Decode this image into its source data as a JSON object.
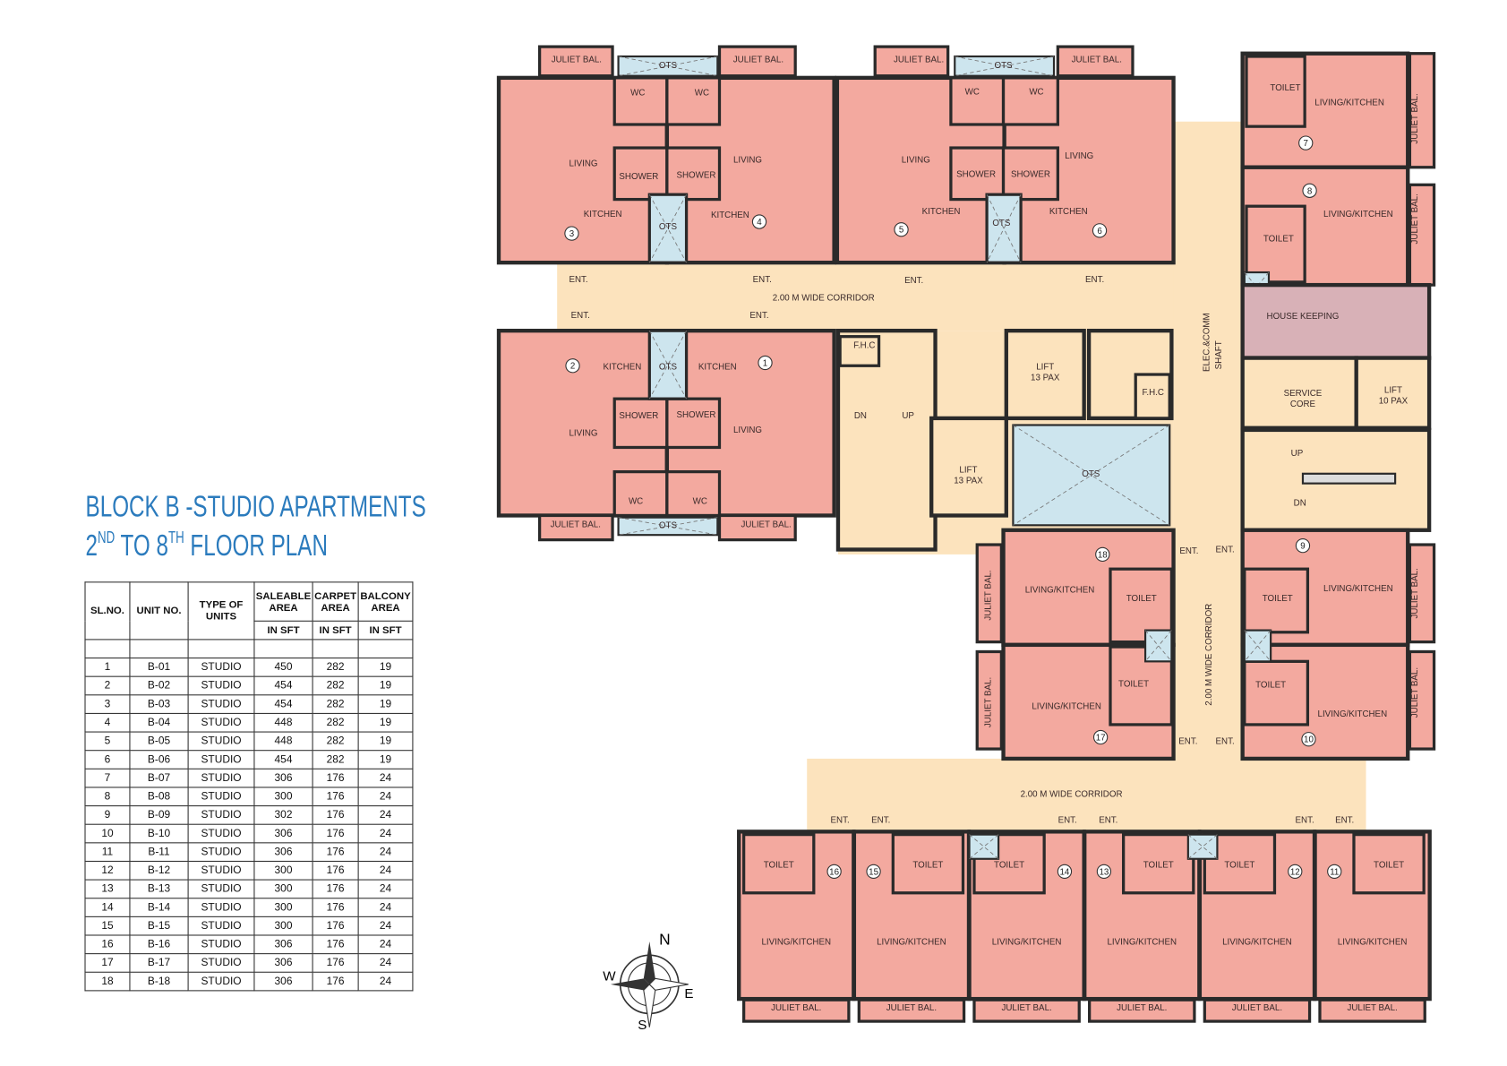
{
  "title": {
    "line1": "BLOCK B -STUDIO APARTMENTS",
    "line2_a": "2",
    "line2_sup1": "ND",
    "line2_b": " TO 8",
    "line2_sup2": "TH",
    "line2_c": " FLOOR PLAN"
  },
  "table": {
    "headers": {
      "sl_no": "SL.NO.",
      "unit_no": "UNIT NO.",
      "type": "TYPE OF UNITS",
      "saleable": "SALEABLE AREA",
      "carpet": "CARPET AREA",
      "balcony": "BALCONY AREA",
      "unit_sft": "IN SFT"
    },
    "rows": [
      [
        "1",
        "B-01",
        "STUDIO",
        "450",
        "282",
        "19"
      ],
      [
        "2",
        "B-02",
        "STUDIO",
        "454",
        "282",
        "19"
      ],
      [
        "3",
        "B-03",
        "STUDIO",
        "454",
        "282",
        "19"
      ],
      [
        "4",
        "B-04",
        "STUDIO",
        "448",
        "282",
        "19"
      ],
      [
        "5",
        "B-05",
        "STUDIO",
        "448",
        "282",
        "19"
      ],
      [
        "6",
        "B-06",
        "STUDIO",
        "454",
        "282",
        "19"
      ],
      [
        "7",
        "B-07",
        "STUDIO",
        "306",
        "176",
        "24"
      ],
      [
        "8",
        "B-08",
        "STUDIO",
        "300",
        "176",
        "24"
      ],
      [
        "9",
        "B-09",
        "STUDIO",
        "302",
        "176",
        "24"
      ],
      [
        "10",
        "B-10",
        "STUDIO",
        "306",
        "176",
        "24"
      ],
      [
        "11",
        "B-11",
        "STUDIO",
        "306",
        "176",
        "24"
      ],
      [
        "12",
        "B-12",
        "STUDIO",
        "300",
        "176",
        "24"
      ],
      [
        "13",
        "B-13",
        "STUDIO",
        "300",
        "176",
        "24"
      ],
      [
        "14",
        "B-14",
        "STUDIO",
        "300",
        "176",
        "24"
      ],
      [
        "15",
        "B-15",
        "STUDIO",
        "300",
        "176",
        "24"
      ],
      [
        "16",
        "B-16",
        "STUDIO",
        "306",
        "176",
        "24"
      ],
      [
        "17",
        "B-17",
        "STUDIO",
        "306",
        "176",
        "24"
      ],
      [
        "18",
        "B-18",
        "STUDIO",
        "306",
        "176",
        "24"
      ]
    ]
  },
  "plan": {
    "juliet_bal": "JULIET BAL.",
    "ots": "OTS",
    "wc": "WC",
    "shower": "SHOWER",
    "living": "LIVING",
    "kitchen": "KITCHEN",
    "ent": "ENT.",
    "toilet": "TOILET",
    "living_kitchen": "LIVING/KITCHEN",
    "corridor": "2.00 M WIDE CORRIDOR",
    "fhc": "F.H.C",
    "lift": "LIFT",
    "pax13": "13 PAX",
    "pax10": "10 PAX",
    "house_keeping": "HOUSE KEEPING",
    "service": "SERVICE",
    "core": "CORE",
    "elec": "ELEC.&COMM",
    "shaft": "SHAFT",
    "up": "UP",
    "dn": "DN",
    "unit_numbers": [
      "1",
      "2",
      "3",
      "4",
      "5",
      "6",
      "7",
      "8",
      "9",
      "10",
      "11",
      "12",
      "13",
      "14",
      "15",
      "16",
      "17",
      "18"
    ]
  },
  "compass": {
    "n": "N",
    "s": "S",
    "e": "E",
    "w": "W"
  },
  "colors": {
    "unit": "#f3a99f",
    "corridor": "#fce3bd",
    "ots": "#cde5ee",
    "house_keeping": "#d8b1b7",
    "wall": "#2a2a2a",
    "title": "#2b7bbd"
  }
}
